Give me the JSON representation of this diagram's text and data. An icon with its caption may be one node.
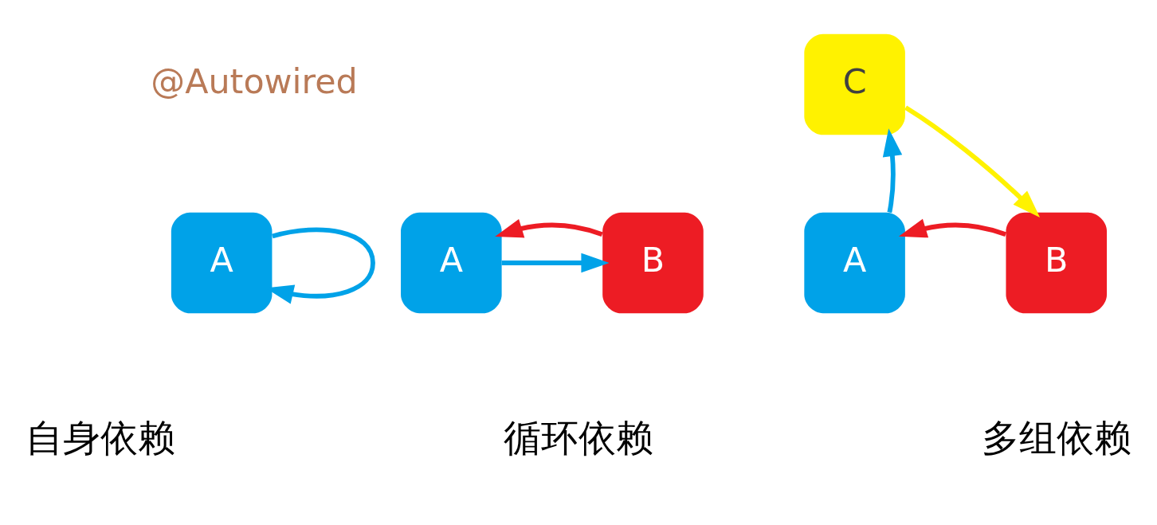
{
  "diagram": {
    "nodes": [
      {
        "text": [
          "A"
        ]
      },
      {
        "text": [
          "A"
        ]
      },
      {
        "text": [
          "B"
        ]
      },
      {
        "text": [
          "A"
        ]
      },
      {
        "text": [
          "C"
        ]
      },
      {
        "text": [
          "B"
        ]
      }
    ],
    "edges": [
      {
        "from": 0,
        "to": 0,
        "arrow": "to"
      },
      {
        "from": 1,
        "to": 2,
        "arrow": "to"
      },
      {
        "from": 2,
        "to": 1,
        "arrow": "to",
        "color": "#ed1c24"
      },
      {
        "from": 3,
        "to": 4,
        "arrow": "to"
      },
      {
        "from": 4,
        "to": 5,
        "arrow": "to",
        "color": "#fff200"
      },
      {
        "from": 5,
        "to": 3,
        "arrow": "to",
        "color": "#ed1c24"
      }
    ],
    "labels": [
      "@Autowired",
      "自身依赖",
      "循环依赖",
      "多组依赖"
    ]
  }
}
